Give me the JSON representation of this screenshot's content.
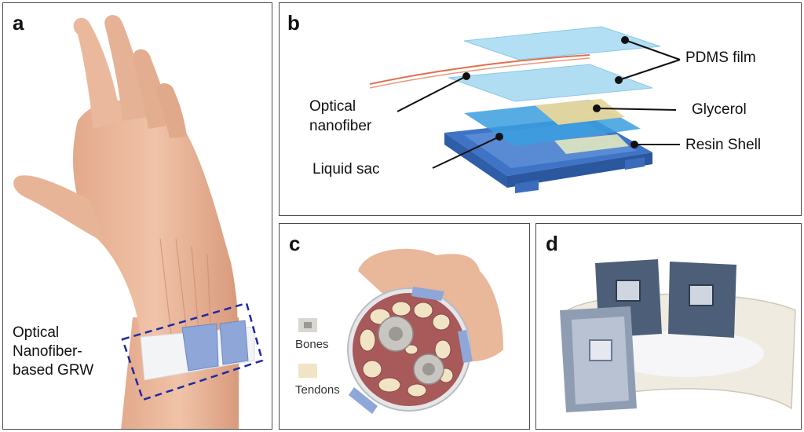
{
  "panels": {
    "a": {
      "letter": "a",
      "label_lines": [
        "Optical",
        "Nanofiber-",
        "based GRW"
      ]
    },
    "b": {
      "letter": "b",
      "labels": {
        "pdms": "PDMS film",
        "fiber_line1": "Optical",
        "fiber_line2": "nanofiber",
        "glycerol": "Glycerol",
        "liquid_sac": "Liquid sac",
        "resin": "Resin Shell"
      }
    },
    "c": {
      "letter": "c",
      "legend": [
        {
          "label": "Bones",
          "color": "#c9c6c2"
        },
        {
          "label": "Tendons",
          "color": "#f1e4c4"
        }
      ]
    },
    "d": {
      "letter": "d"
    }
  },
  "colors": {
    "skin": "#e9b79a",
    "skin_shadow": "#d39a7b",
    "band_blue": "#8ea6d8",
    "dashed_box": "#1b2aa5",
    "film": "#a8daf0",
    "resin": "#4a7fcf",
    "fiber": "#e0704f"
  }
}
